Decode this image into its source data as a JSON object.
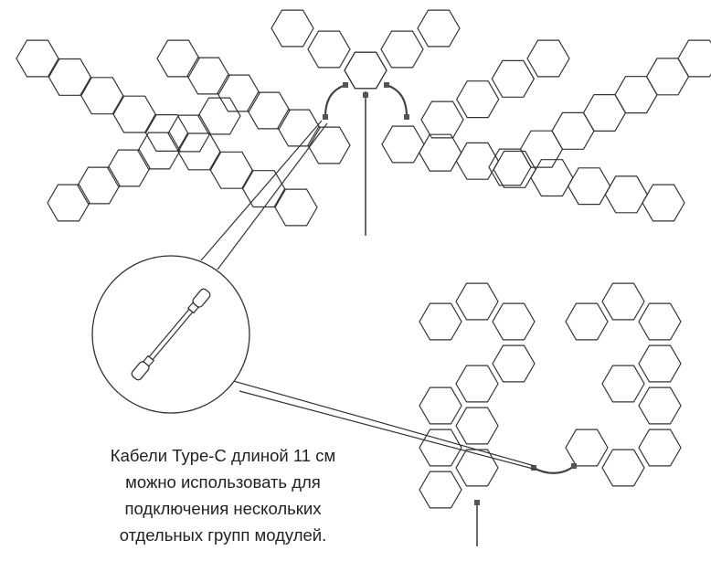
{
  "caption": {
    "lines": [
      "Кабели Type-C длиной 11 см",
      "можно использовать для",
      "подключения нескольких",
      "отдельных групп модулей."
    ]
  },
  "colors": {
    "background": "#ffffff",
    "outline": "#333333",
    "cable": "#444444",
    "connector": "#555555",
    "text": "#222222"
  },
  "icons": {
    "hex_module": "hexagon-outline",
    "connector_cable": "type-c-cable",
    "zoom_callout": "magnifier-circle"
  }
}
